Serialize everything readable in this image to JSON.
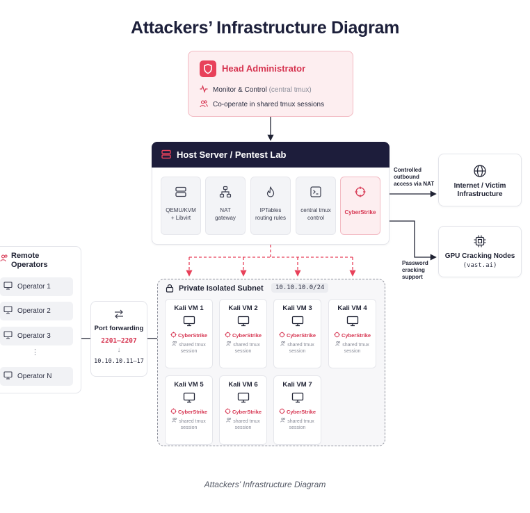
{
  "title": "Attackers’ Infrastructure Diagram",
  "caption": "Attackers’ Infrastructure Diagram",
  "colors": {
    "accent": "#d63450",
    "accent_bg": "#fdeef0",
    "dark": "#1d1d3b",
    "text": "#1f2233"
  },
  "head": {
    "title": "Head Administrator",
    "row1_main": "Monitor & Control",
    "row1_note": "(central tmux)",
    "row2": "Co-operate in shared tmux sessions",
    "icons": [
      "shield-icon",
      "activity-icon",
      "users-icon"
    ]
  },
  "host": {
    "title": "Host Server / Pentest Lab",
    "tiles": [
      {
        "line1": "QEMU/KVM",
        "line2": "+ Libvirt",
        "icon": "server-icon"
      },
      {
        "line1": "NAT",
        "line2": "gateway",
        "icon": "network-icon"
      },
      {
        "line1": "IPTables",
        "line2": "routing rules",
        "icon": "flame-icon"
      },
      {
        "line1": "central tmux",
        "line2": "control",
        "icon": "terminal-icon"
      },
      {
        "line1": "CyberStrike",
        "line2": "",
        "icon": "crosshair-icon"
      }
    ]
  },
  "edges": {
    "nat": [
      "Controlled",
      "outbound",
      "access via NAT"
    ],
    "gpu": [
      "Password",
      "cracking",
      "support"
    ]
  },
  "internet": {
    "line1": "Internet / Victim",
    "line2": "Infrastructure",
    "icon": "globe-icon"
  },
  "gpu": {
    "line1": "GPU Cracking Nodes",
    "line2": "(vast.ai)",
    "icon": "chip-icon"
  },
  "operators": {
    "title_line1": "Remote",
    "title_line2": "Operators",
    "items": [
      "Operator 1",
      "Operator 2",
      "Operator 3",
      "Operator N"
    ],
    "ellipsis": "⋮"
  },
  "port_forwarding": {
    "label": "Port forwarding",
    "ports": "2201–2207",
    "arrow": "↓",
    "ips": "10.10.10.11–17"
  },
  "subnet": {
    "title": "Private Isolated Subnet",
    "cidr": "10.10.10.0/24",
    "vms": [
      {
        "name": "Kali VM 1",
        "brand": "CyberStrike",
        "session": [
          "shared tmux",
          "session"
        ]
      },
      {
        "name": "Kali VM 2",
        "brand": "CyberStrike",
        "session": [
          "shared tmux",
          "session"
        ]
      },
      {
        "name": "Kali VM 3",
        "brand": "CyberStrike",
        "session": [
          "shared tmux",
          "session"
        ]
      },
      {
        "name": "Kali VM 4",
        "brand": "CyberStrike",
        "session": [
          "shared tmux",
          "session"
        ]
      },
      {
        "name": "Kali VM 5",
        "brand": "CyberStrike",
        "session": [
          "shared tmux",
          "session"
        ]
      },
      {
        "name": "Kali VM 6",
        "brand": "CyberStrike",
        "session": [
          "shared tmux",
          "session"
        ]
      },
      {
        "name": "Kali VM 7",
        "brand": "CyberStrike",
        "session": [
          "shared tmux",
          "session"
        ]
      }
    ]
  }
}
